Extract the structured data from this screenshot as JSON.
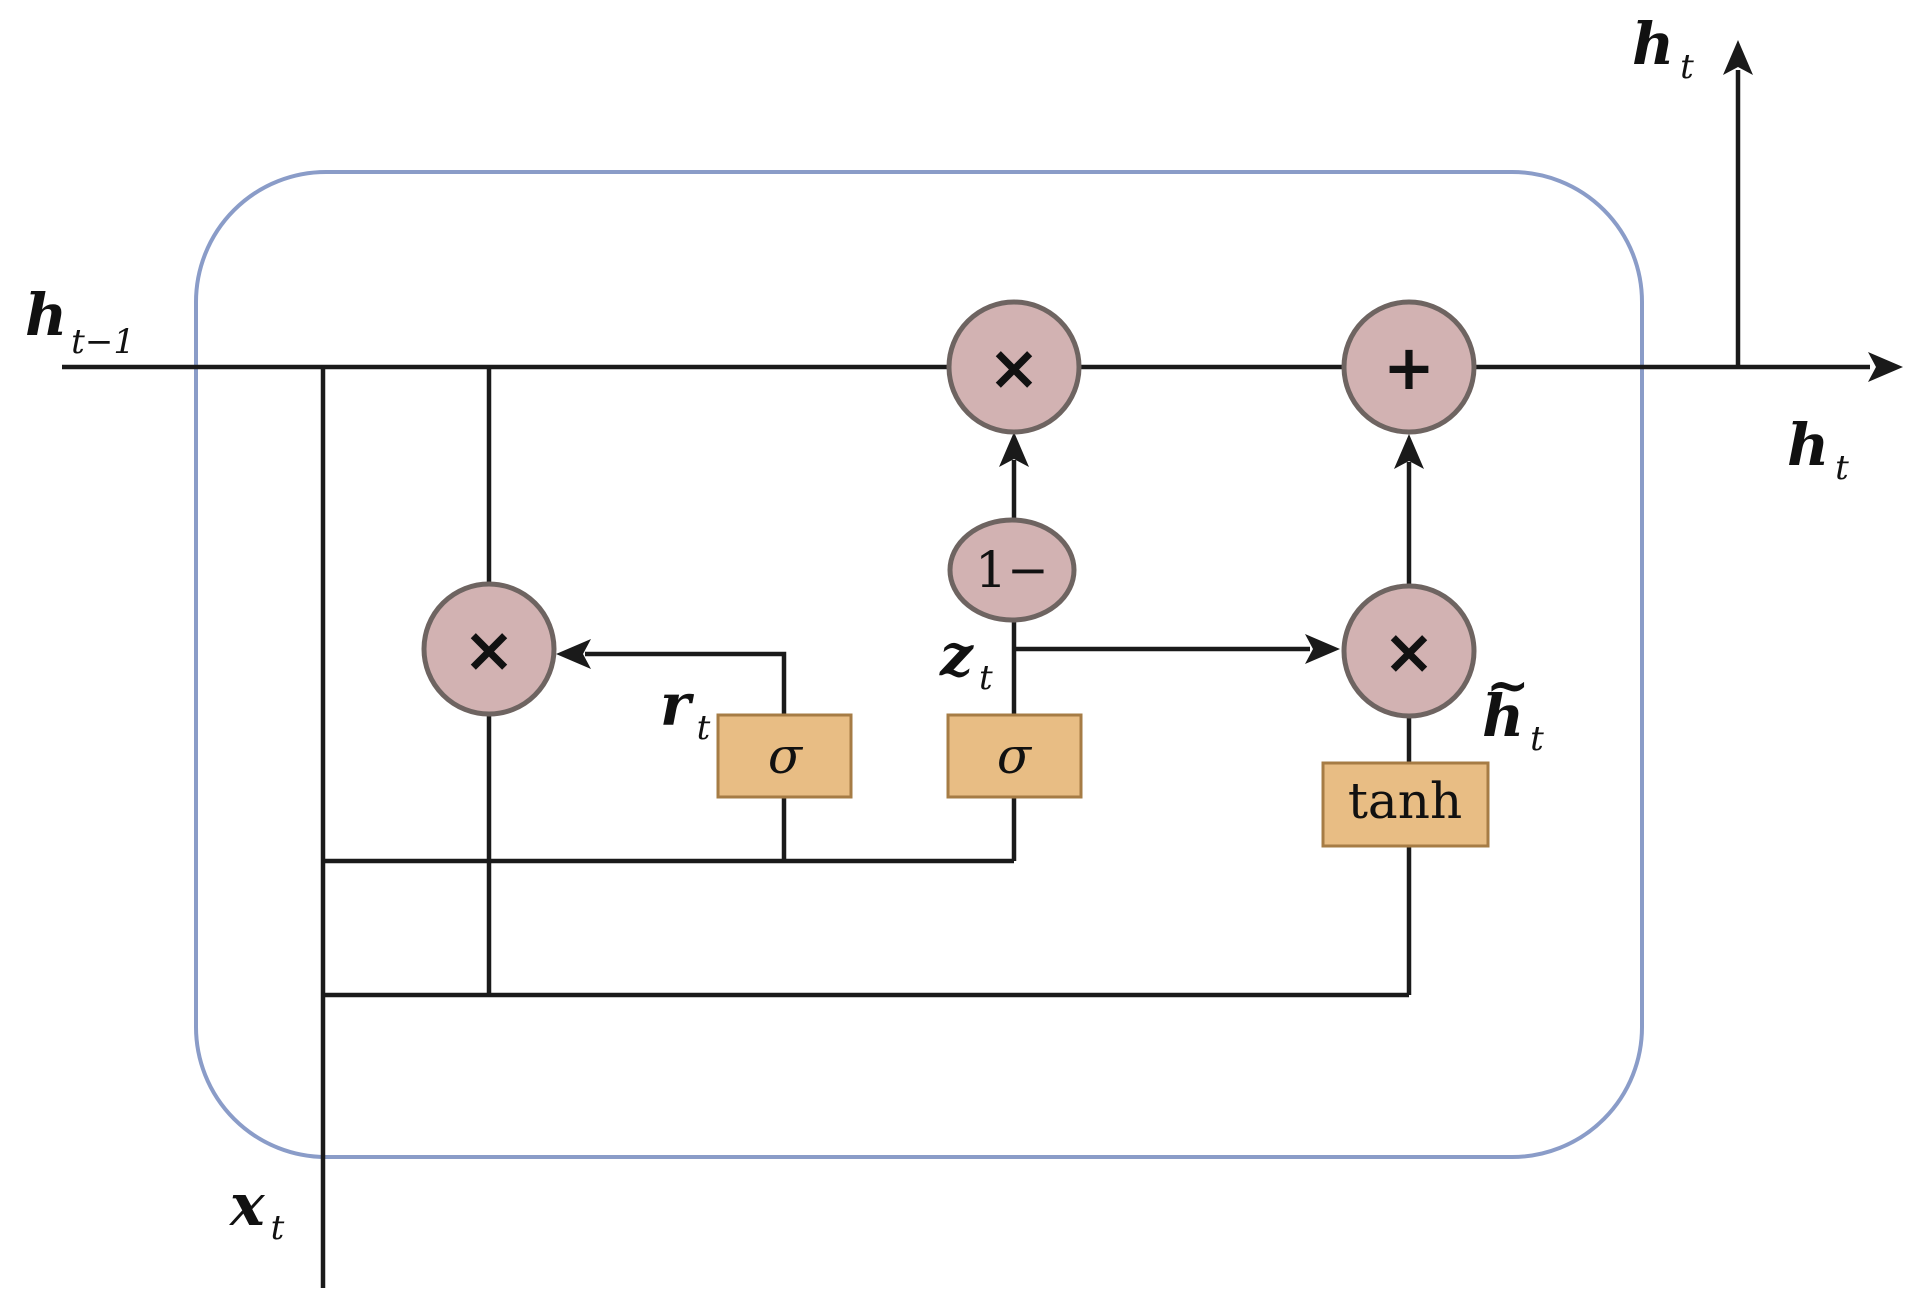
{
  "labels": {
    "h_prev": {
      "base": "h",
      "sub": "t−1"
    },
    "h_out_top": {
      "base": "h",
      "sub": "t"
    },
    "h_out_right": {
      "base": "h",
      "sub": "t"
    },
    "x_in": {
      "base": "x",
      "sub": "t"
    },
    "r_gate": {
      "base": "r",
      "sub": "t"
    },
    "z_gate": {
      "base": "z",
      "sub": "t"
    },
    "h_tilde": {
      "base": "h",
      "tilde": "~",
      "sub": "t"
    }
  },
  "operators": {
    "multiply": "×",
    "add": "+",
    "one_minus": "1−"
  },
  "boxes": {
    "reset_sigma": "σ",
    "update_sigma": "σ",
    "tanh": "tanh"
  },
  "colors": {
    "cell_border": "#8a9cc8",
    "node_fill": "#d2b2b2",
    "node_stroke": "#6e6461",
    "box_fill": "#e8bd84",
    "box_stroke": "#a67c45",
    "line": "#1a1a1a"
  }
}
